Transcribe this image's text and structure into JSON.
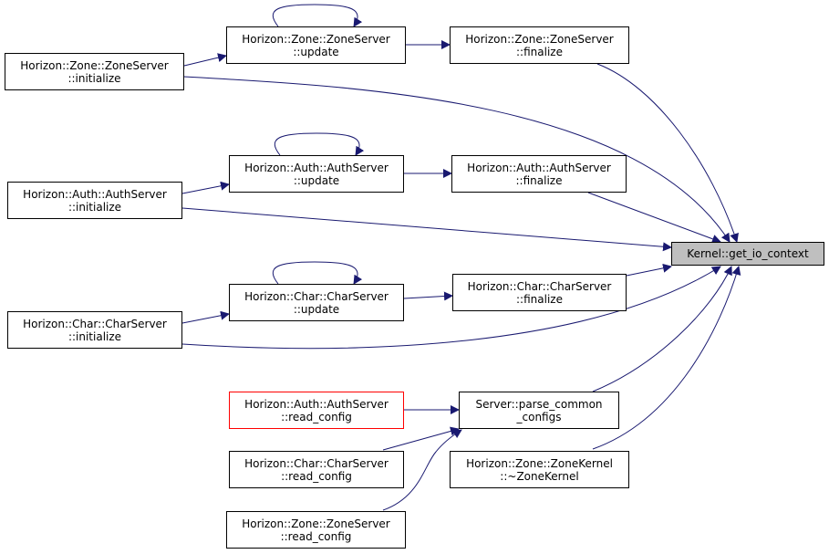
{
  "colors": {
    "edge": "#191970",
    "node_border": "#000000",
    "missing_border": "#ff0000",
    "target_fill": "#bfbfbf"
  },
  "target": {
    "label": "Kernel::get_io_context"
  },
  "nodes": {
    "zone_update": {
      "line1": "Horizon::Zone::ZoneServer",
      "line2": "::update"
    },
    "zone_finalize": {
      "line1": "Horizon::Zone::ZoneServer",
      "line2": "::finalize"
    },
    "zone_initialize": {
      "line1": "Horizon::Zone::ZoneServer",
      "line2": "::initialize"
    },
    "auth_update": {
      "line1": "Horizon::Auth::AuthServer",
      "line2": "::update"
    },
    "auth_finalize": {
      "line1": "Horizon::Auth::AuthServer",
      "line2": "::finalize"
    },
    "auth_initialize": {
      "line1": "Horizon::Auth::AuthServer",
      "line2": "::initialize"
    },
    "char_update": {
      "line1": "Horizon::Char::CharServer",
      "line2": "::update"
    },
    "char_finalize": {
      "line1": "Horizon::Char::CharServer",
      "line2": "::finalize"
    },
    "char_initialize": {
      "line1": "Horizon::Char::CharServer",
      "line2": "::initialize"
    },
    "auth_read_config": {
      "line1": "Horizon::Auth::AuthServer",
      "line2": "::read_config"
    },
    "parse_common": {
      "line1": "Server::parse_common",
      "line2": "_configs"
    },
    "char_read_config": {
      "line1": "Horizon::Char::CharServer",
      "line2": "::read_config"
    },
    "zone_kernel_dtor": {
      "line1": "Horizon::Zone::ZoneKernel",
      "line2": "::~ZoneKernel"
    },
    "zone_read_config": {
      "line1": "Horizon::Zone::ZoneServer",
      "line2": "::read_config"
    }
  }
}
